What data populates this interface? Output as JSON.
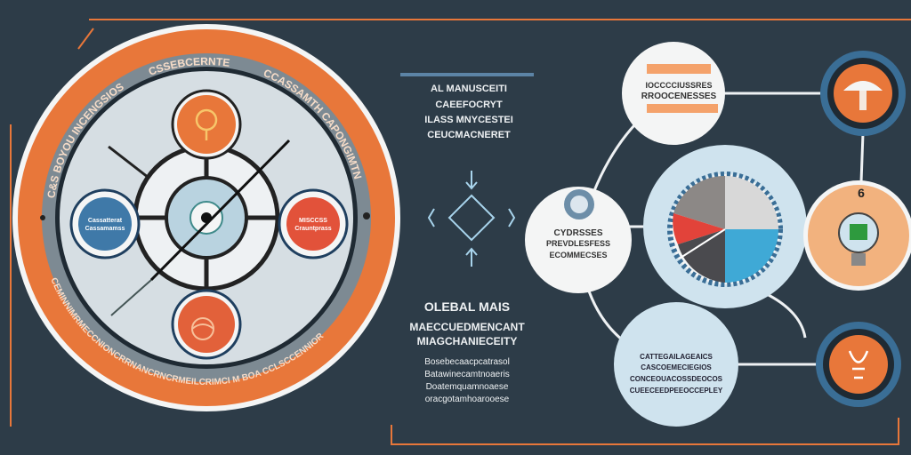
{
  "colors": {
    "background": "#2d3c48",
    "orange": "#e8773a",
    "red": "#e2523a",
    "blue": "#3f79a8",
    "light": "#d6dee3",
    "light_blue": "#cfe3ee",
    "white": "#f4f5f5"
  },
  "wheel": {
    "ring_top": "CSSEBCERNTE",
    "ring_top_right": "CCASSAMTH CAPONGIMTN",
    "ring_top_left": "C&S BOYOU INCENGSIOS",
    "ring_bottom": "CEMINNIMRMECCNIONCRRNANCRNCRMEILCRIMCI M BOA CCLSCCENNIOR",
    "left_node": [
      "Cassatterat",
      "Cassamamss"
    ],
    "right_node": [
      "MISCCSS",
      "Crauntprass"
    ],
    "top_node_icon": "lightbulb-icon",
    "bottom_node_icon": "globe-icon"
  },
  "center_text": {
    "block1": [
      "AL MANUSCEITI",
      "CAEEFOCRYT",
      "ILASS MNYCESTEI",
      "CEUCMACNERET"
    ],
    "block2_title": "OLEBAL MAIS",
    "block2_subtitle": [
      "MAECCUEDMENCANT",
      "MIAGCHANIECEITY"
    ],
    "block2_body": [
      "Bosebecaacpcatrasol",
      "Batawinecamtnoaeris",
      "Doatemquamnoaese",
      "oracgotamhoarooese"
    ]
  },
  "right": {
    "top_node": [
      "IOCCCCIUSSRES",
      "RROOCENESSES"
    ],
    "left_node": [
      "CYDRSSES",
      "PREVDLESFESS",
      "ECOMMECSES"
    ],
    "bottom_node": [
      "CATTEGAILAGEAICS",
      "CASCOEMECIEGIOS",
      "CONCEOUACOSSDEOCOS",
      "CUEECEEDPEEOCCEPLEY"
    ],
    "icon_number": "6",
    "icons": [
      "lamp-icon",
      "lightbulb-icon",
      "bulb-icon"
    ]
  }
}
